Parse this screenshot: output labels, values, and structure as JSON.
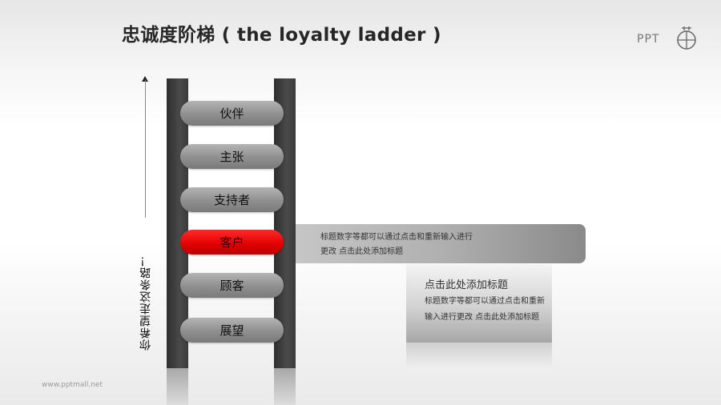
{
  "header": {
    "title": "忠诚度阶梯 ( the loyalty ladder )",
    "logo_text": "PPT",
    "logo_icon": "ppt-mall-logo-icon"
  },
  "side": {
    "arrow_icon": "up-arrow-icon",
    "vertical_label": "你希望走这条路！"
  },
  "ladder": {
    "rungs": [
      {
        "label": "伙伴",
        "active": false
      },
      {
        "label": "主张",
        "active": false
      },
      {
        "label": "支持者",
        "active": false
      },
      {
        "label": "客户",
        "active": true
      },
      {
        "label": "顾客",
        "active": false
      },
      {
        "label": "展望",
        "active": false
      }
    ],
    "active_color": "#e00000",
    "rung_color": "#8f8f8f",
    "rail_color": "#3a3a3a"
  },
  "callout_bar": {
    "line1": "标题数字等都可以通过点击和重新输入进行",
    "line2": "更改 点击此处添加标题"
  },
  "card": {
    "title": "点击此处添加标题",
    "body": "标题数字等都可以通过点击和重新输入进行更改 点击此处添加标题"
  },
  "footer": {
    "watermark": "www.pptmall.net"
  }
}
